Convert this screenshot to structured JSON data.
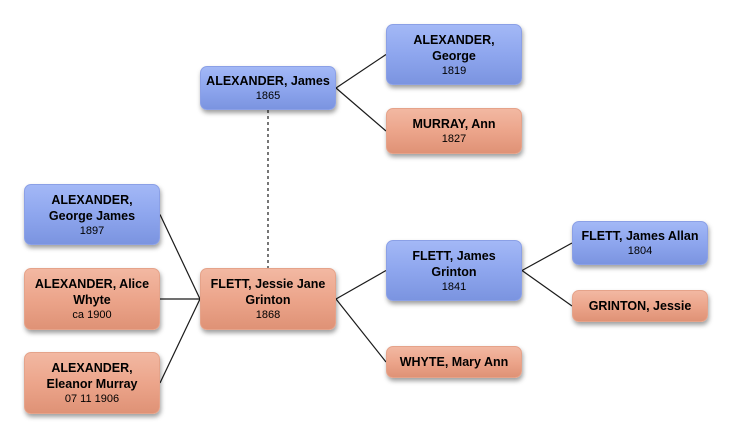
{
  "people": {
    "george_alexander": {
      "name": "ALEXANDER,\nGeorge",
      "year": "1819",
      "sex": "male"
    },
    "ann_murray": {
      "name": "MURRAY, Ann",
      "year": "1827",
      "sex": "female"
    },
    "james_alexander": {
      "name": "ALEXANDER, James",
      "year": "1865",
      "sex": "male"
    },
    "george_james_alexander": {
      "name": "ALEXANDER,\nGeorge James",
      "year": "1897",
      "sex": "male"
    },
    "alice_whyte_alexander": {
      "name": "ALEXANDER, Alice\nWhyte",
      "year": "ca 1900",
      "sex": "female"
    },
    "eleanor_murray_alexander": {
      "name": "ALEXANDER,\nEleanor Murray",
      "year": "07 11 1906",
      "sex": "female"
    },
    "jessie_jane_grinton_flett": {
      "name": "FLETT, Jessie Jane\nGrinton",
      "year": "1868",
      "sex": "female"
    },
    "james_grinton_flett": {
      "name": "FLETT, James\nGrinton",
      "year": "1841",
      "sex": "male"
    },
    "mary_ann_whyte": {
      "name": "WHYTE, Mary Ann",
      "year": "",
      "sex": "female"
    },
    "james_allan_flett": {
      "name": "FLETT, James Allan",
      "year": "1804",
      "sex": "male"
    },
    "jessie_grinton": {
      "name": "GRINTON, Jessie",
      "year": "",
      "sex": "female"
    }
  },
  "colors": {
    "male_box": "#8ea6ee",
    "female_box": "#eca58b",
    "connector_line": "#1a1a1a",
    "spouse_link": "#555555"
  },
  "relations": {
    "parent_links": [
      [
        "james_alexander",
        "george_alexander"
      ],
      [
        "james_alexander",
        "ann_murray"
      ],
      [
        "jessie_jane_grinton_flett",
        "james_grinton_flett"
      ],
      [
        "jessie_jane_grinton_flett",
        "mary_ann_whyte"
      ],
      [
        "james_grinton_flett",
        "james_allan_flett"
      ],
      [
        "james_grinton_flett",
        "jessie_grinton"
      ]
    ],
    "child_links": [
      [
        "george_james_alexander",
        "jessie_jane_grinton_flett"
      ],
      [
        "alice_whyte_alexander",
        "jessie_jane_grinton_flett"
      ],
      [
        "eleanor_murray_alexander",
        "jessie_jane_grinton_flett"
      ]
    ],
    "spouse_links": [
      [
        "james_alexander",
        "jessie_jane_grinton_flett"
      ]
    ]
  }
}
